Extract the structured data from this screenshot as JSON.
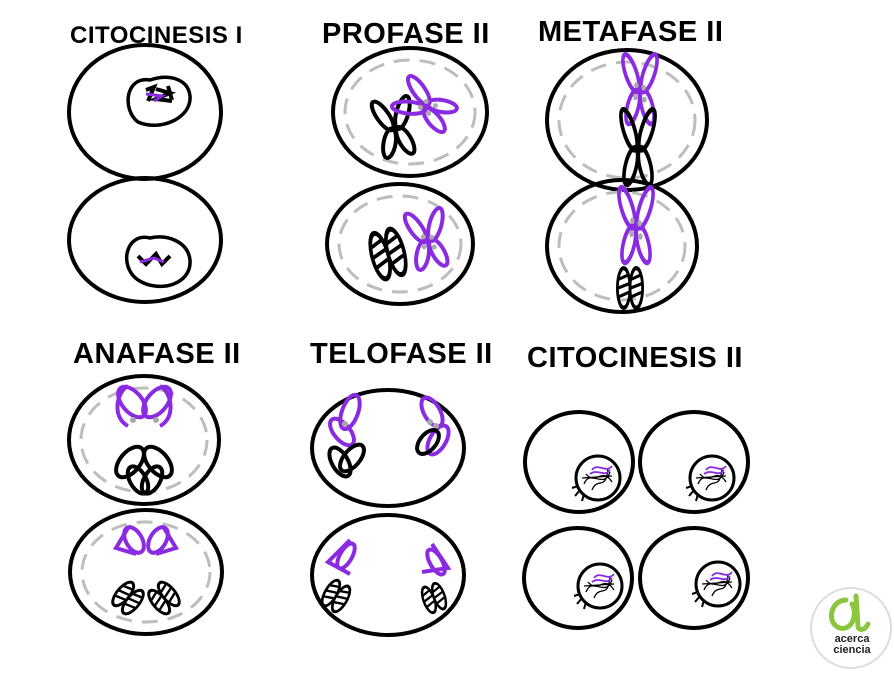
{
  "stages": [
    {
      "id": "citocinesis-1",
      "label": "CITOCINESIS I"
    },
    {
      "id": "profase-2",
      "label": "PROFASE II"
    },
    {
      "id": "metafase-2",
      "label": "METAFASE II"
    },
    {
      "id": "anafase-2",
      "label": "ANAFASE II"
    },
    {
      "id": "telofase-2",
      "label": "TELOFASE II"
    },
    {
      "id": "citocinesis-2",
      "label": "CITOCINESIS II"
    }
  ],
  "logo": {
    "line1": "acerca",
    "line2": "ciencia"
  },
  "colors": {
    "chromosome_a": "#8a2be2",
    "chromosome_b": "#000000",
    "spindle": "#bdbdbd",
    "logo_green": "#8cc63f"
  }
}
